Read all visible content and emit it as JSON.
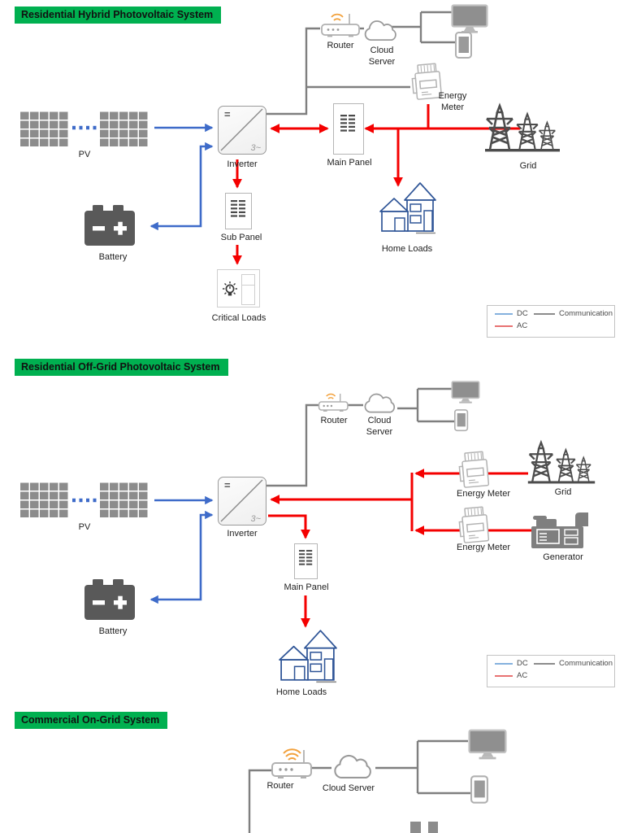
{
  "page": {
    "background": "#ffffff"
  },
  "colors": {
    "section_header_bg": "#00B050",
    "dc_line": "#3E6BC9",
    "ac_line": "#F40000",
    "communication_line": "#7F7F7F",
    "legend_dc_swatch": "#85B1DE",
    "legend_ac_swatch": "#E87272",
    "wifi_arcs": "#F2A13C",
    "home_loads_outline": "#2F5597"
  },
  "sections": [
    {
      "title": "Residential Hybrid Photovoltaic System",
      "nodes": {
        "pv": "PV",
        "inverter": "Inverter",
        "battery": "Battery",
        "sub_panel": "Sub Panel",
        "critical_loads": "Critical Loads",
        "main_panel": "Main Panel",
        "home_loads": "Home Loads",
        "router": "Router",
        "cloud_l1": "Cloud",
        "cloud_l2": "Server",
        "meter_l1": "Energy",
        "meter_l2": "Meter",
        "grid": "Grid"
      },
      "inverter_marks": {
        "dc": "=",
        "ac": "3~"
      },
      "legend": {
        "dc": "DC",
        "ac": "AC",
        "comm": "Communication"
      }
    },
    {
      "title": "Residential Off-Grid Photovoltaic System",
      "nodes": {
        "pv": "PV",
        "inverter": "Inverter",
        "battery": "Battery",
        "main_panel": "Main Panel",
        "home_loads": "Home Loads",
        "router": "Router",
        "cloud_l1": "Cloud",
        "cloud_l2": "Server",
        "meter_grid": "Energy Meter",
        "grid": "Grid",
        "meter_gen": "Energy Meter",
        "generator": "Generator"
      },
      "inverter_marks": {
        "dc": "=",
        "ac": "3~"
      },
      "legend": {
        "dc": "DC",
        "ac": "AC",
        "comm": "Communication"
      }
    },
    {
      "title": "Commercial On-Grid System",
      "nodes": {
        "router": "Router",
        "cloud_server": "Cloud Server"
      }
    }
  ]
}
